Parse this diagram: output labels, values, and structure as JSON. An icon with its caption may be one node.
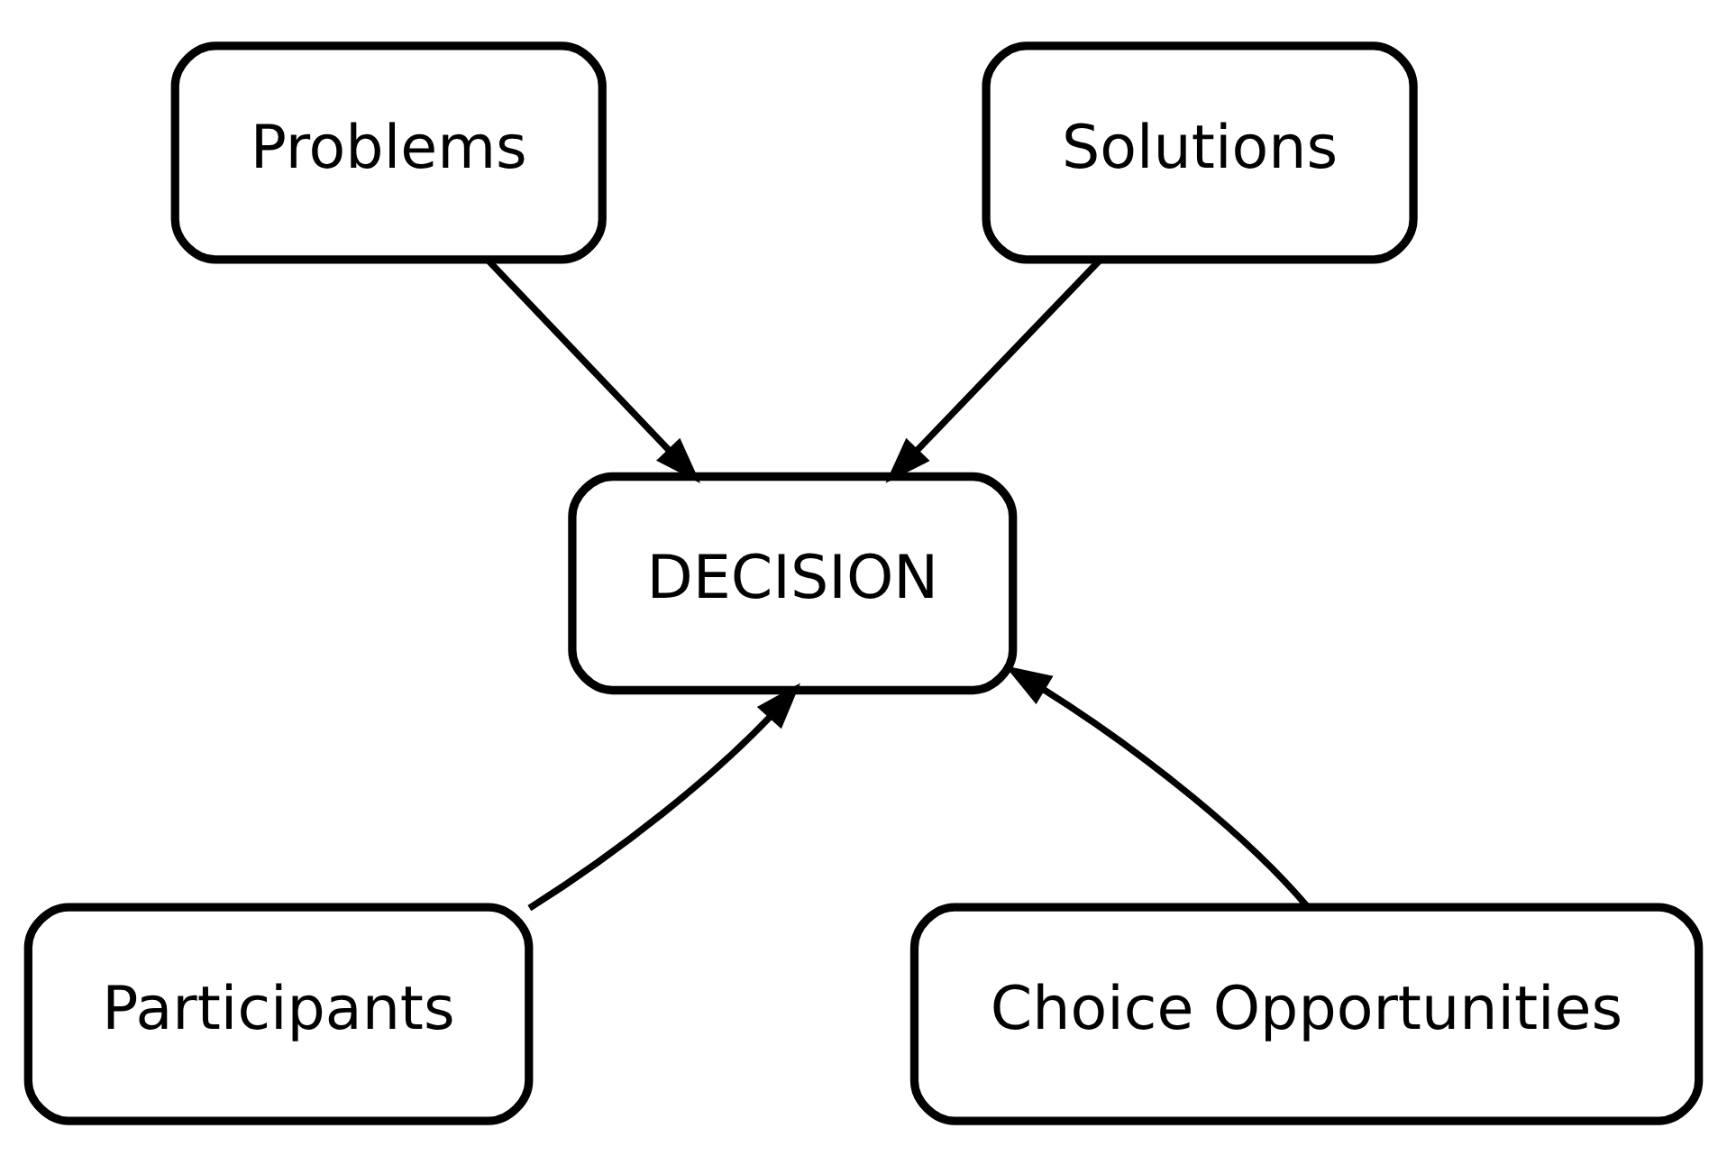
{
  "diagram": {
    "nodes": [
      {
        "text": [
          "Problems"
        ]
      },
      {
        "text": [
          "Solutions"
        ]
      },
      {
        "text": [
          "DECISION"
        ]
      },
      {
        "text": [
          "Participants"
        ]
      },
      {
        "text": [
          "Choice Opportunities"
        ]
      }
    ],
    "edges": [
      {
        "from": 0,
        "to": 2,
        "arrow": "to"
      },
      {
        "from": 1,
        "to": 2,
        "arrow": "to"
      },
      {
        "from": 3,
        "to": 2,
        "arrow": "to"
      },
      {
        "from": 4,
        "to": 2,
        "arrow": "to"
      }
    ]
  }
}
